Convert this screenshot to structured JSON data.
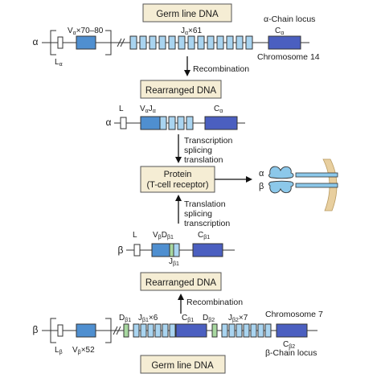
{
  "labels": {
    "germline_top": "Germ line DNA",
    "alpha_locus": "α-Chain locus",
    "chromosome_14": "Chromosome 14",
    "alpha_symbol": "α",
    "l_alpha": "L",
    "l_alpha_sub": "α",
    "v_alpha_count": "V",
    "v_alpha_count_sub": "α",
    "v_alpha_count_tail": "×70–80",
    "j_alpha_count": "J",
    "j_alpha_count_sub": "α",
    "j_alpha_count_tail": "×61",
    "c_alpha": "C",
    "c_alpha_sub": "α",
    "recombination_1": "Recombination",
    "rearranged_alpha": "Rearranged DNA",
    "alpha_symbol_2": "α",
    "l_2": "L",
    "vj_alpha": "V",
    "vj_alpha_sub1": "α",
    "vj_alpha_mid": "J",
    "vj_alpha_sub2": "α",
    "c_alpha_2": "C",
    "c_alpha_2_sub": "α",
    "tst_alpha": [
      "Transcription",
      "splicing",
      "translation"
    ],
    "protein": [
      "Protein",
      "(T-cell receptor)"
    ],
    "receptor_alpha": "α",
    "receptor_beta": "β",
    "tst_beta": [
      "Translation",
      "splicing",
      "transcription"
    ],
    "l_3": "L",
    "beta_symbol_3": "β",
    "vd_beta": "V",
    "vd_beta_sub1": "β",
    "vd_beta_mid": "D",
    "vd_beta_sub2": "β1",
    "j_beta1_3": "J",
    "j_beta1_3_sub": "β1",
    "c_beta1_3": "C",
    "c_beta1_3_sub": "β1",
    "rearranged_beta": "Rearranged DNA",
    "recombination_2": "Recombination",
    "beta_symbol_4": "β",
    "d_beta1": "D",
    "d_beta1_sub": "β1",
    "j_beta1_count": "J",
    "j_beta1_count_sub": "β1",
    "j_beta1_count_tail": "×6",
    "c_beta1": "C",
    "c_beta1_sub": "β1",
    "d_beta2": "D",
    "d_beta2_sub": "β2",
    "j_beta2_count": "J",
    "j_beta2_count_sub": "β2",
    "j_beta2_count_tail": "×7",
    "chromosome_7": "Chromosome 7",
    "l_beta": "L",
    "l_beta_sub": "β",
    "v_beta_count": "V",
    "v_beta_count_sub": "β",
    "v_beta_count_tail": "×52",
    "c_beta2": "C",
    "c_beta2_sub": "β2",
    "beta_locus": "β-Chain locus",
    "germline_bottom": "Germ line DNA"
  },
  "colors": {
    "v_segment": "#4f8fd0",
    "j_segment": "#a9d4f0",
    "c_segment": "#4b5fc0",
    "d_segment": "#a8d8a0",
    "leader": "#ffffff",
    "box_fill": "#f5edd4",
    "membrane": "#e8cf9f",
    "receptor": "#8cc8ea"
  }
}
